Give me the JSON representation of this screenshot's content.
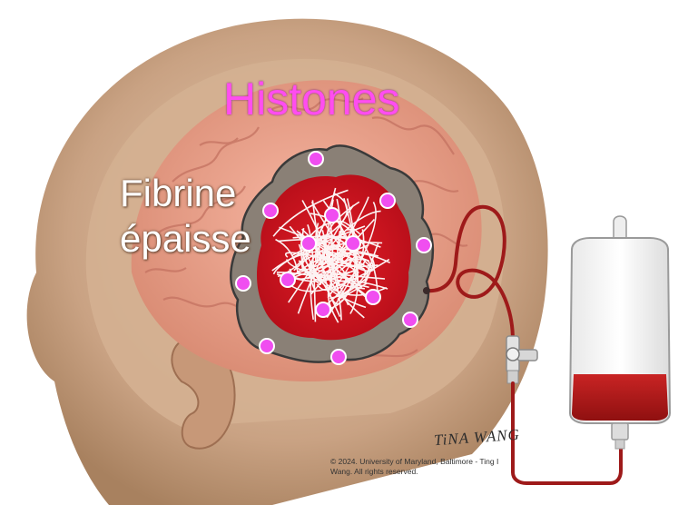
{
  "labels": {
    "histones": "Histones",
    "fibrine_line1": "Fibrine",
    "fibrine_line2": "épaisse"
  },
  "credit": {
    "signature": "TiNA WANG",
    "copyright": "© 2024. University of Maryland, Baltimore - Ting I Wang. All rights reserved."
  },
  "colors": {
    "histone_dot": "#f04ef0",
    "histone_label": "#ff4df0",
    "clot": "#d4101e",
    "fibrin": "#ffffff",
    "hematoma_rim": "#8a8076",
    "drain_blood": "#b71a1a"
  },
  "icons": {
    "drain_bag": "iv-drainage-bag-icon",
    "stopcock": "stopcock-valve-icon"
  }
}
